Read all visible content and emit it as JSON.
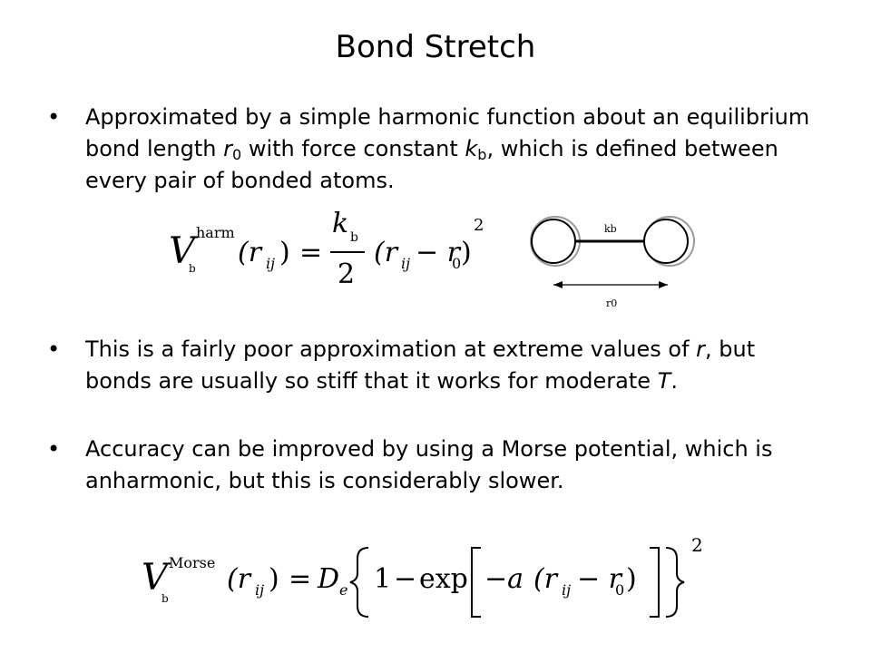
{
  "slide": {
    "title": "Bond Stretch",
    "bullet_glyph": "•",
    "bullets": [
      {
        "p1": "Approximated by a simple harmonic function about an equilibrium bond length ",
        "var_r": "r",
        "sub_0": "0",
        "p2": " with force constant ",
        "var_k": "k",
        "sub_b": "b",
        "p3": ", which is defined between every pair of bonded atoms."
      },
      {
        "p1": "This is a fairly poor approximation at extreme values of ",
        "var_r": "r",
        "p2": ", but bonds are usually so stiff that it works for moderate ",
        "var_T": "T",
        "p3": "."
      },
      {
        "text": "Accuracy can be improved by using a Morse potential, which is anharmonic, but this is considerably slower."
      }
    ]
  },
  "equation_harmonic": {
    "V": "V",
    "sup": "harm",
    "sub": "b",
    "lhs_arg": "(r",
    "ij": "ij",
    "rparen": ")",
    "equals": "=",
    "numerator": "k",
    "num_sub": "b",
    "denominator": "2",
    "rhs_arg": "(r",
    "minus": "− r",
    "zero": "0",
    "power": "2"
  },
  "equation_morse": {
    "V": "V",
    "sup": "Morse",
    "sub": "b",
    "lhs_arg": "(r",
    "ij": "ij",
    "rparen": ")",
    "equals": "=",
    "D": "D",
    "De_sub": "e",
    "one": "1",
    "minus": "−",
    "exp": "exp",
    "neg_a": "−a",
    "inner": "(r",
    "inner_minus": "− r",
    "zero": "0",
    "power": "2"
  },
  "diagram": {
    "bond_label": "kb",
    "length_label": "r0",
    "line_color": "#000000",
    "ghost_color": "#9a9a9a"
  }
}
